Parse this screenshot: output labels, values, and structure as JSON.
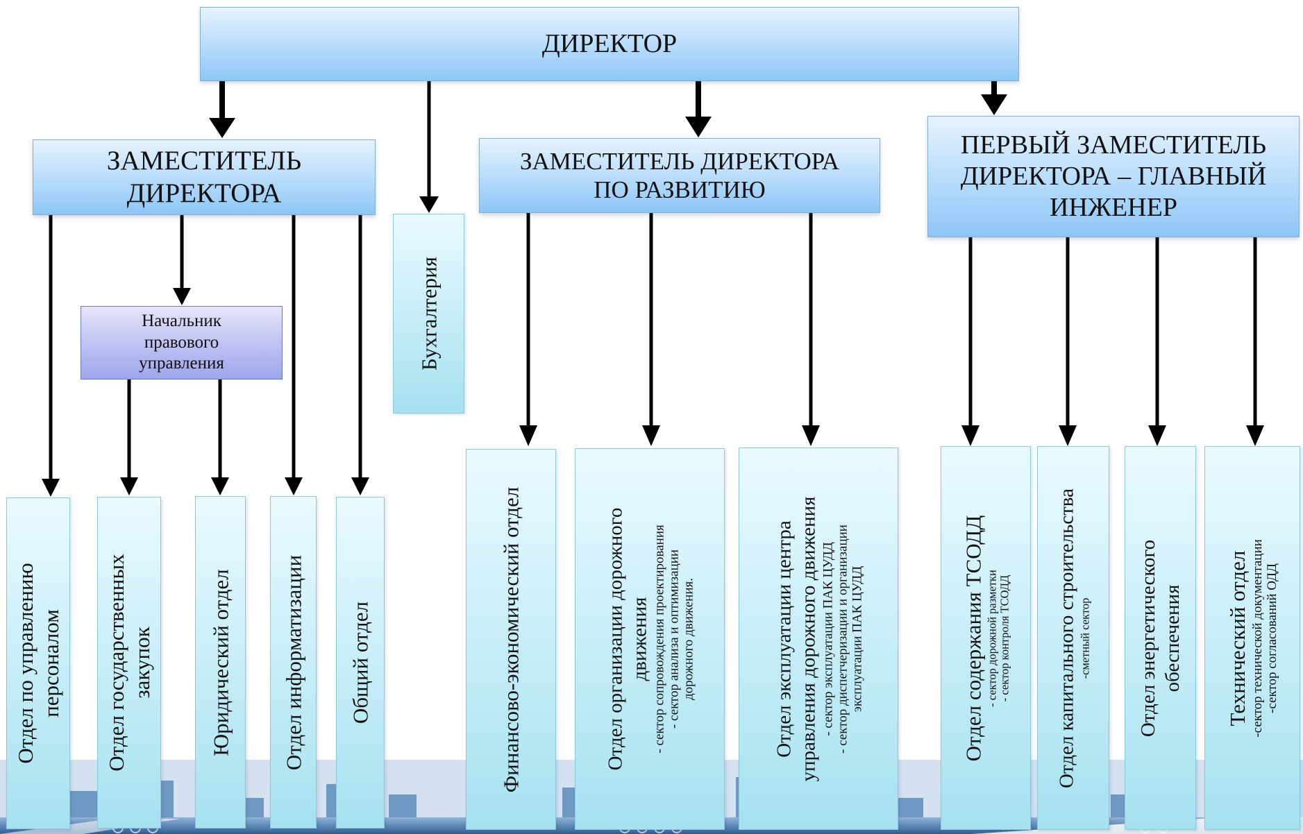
{
  "director": "ДИРЕКТОР",
  "deputy_director": [
    "ЗАМЕСТИТЕЛЬ",
    "ДИРЕКТОРА"
  ],
  "deputy_development": [
    "ЗАМЕСТИТЕЛЬ ДИРЕКТОРА",
    "ПО РАЗВИТИЮ"
  ],
  "first_deputy": [
    "ПЕРВЫЙ ЗАМЕСТИТЕЛЬ",
    "ДИРЕКТОРА – ГЛАВНЫЙ",
    "ИНЖЕНЕР"
  ],
  "legal_head": [
    "Начальник",
    "правового",
    "управления"
  ],
  "accounting": "Бухгалтерия",
  "departments": {
    "personnel": [
      "Отдел по управлению",
      "персоналом"
    ],
    "procurement": [
      "Отдел государственных",
      "закупок"
    ],
    "legal": "Юридический отдел",
    "it": "Отдел информатизации",
    "general": "Общий отдел",
    "finance": "Финансово-экономический  отдел",
    "traffic_org": {
      "title": [
        "Отдел организации дорожного",
        "движения"
      ],
      "sectors": [
        "-  сектор сопровождения проектирования",
        "-  сектор анализа и оптимизации",
        "дорожного движения."
      ]
    },
    "traffic_center": {
      "title": [
        "Отдел эксплуатации центра",
        "управления  дорожного движения"
      ],
      "sectors": [
        "-  сектор эксплуатации ПАК ЦУДД",
        "-  сектор диспетчеризации и организации",
        "эксплуатации ПАК ЦУДД"
      ]
    },
    "tsodd": {
      "title": "Отдел содержания ТСОДД",
      "sectors": [
        "- сектор дорожной разметки",
        "- сектор контроля ТСОДД"
      ]
    },
    "capital": {
      "title": "Отдел капитального строительства",
      "sectors": [
        "-сметный сектор"
      ]
    },
    "energy": [
      "Отдел  энергетического",
      "обеспечения"
    ],
    "technical": {
      "title": "Технический отдел",
      "sectors": [
        "-сектор технической документации",
        "-сектор согласований ОДД"
      ]
    }
  }
}
